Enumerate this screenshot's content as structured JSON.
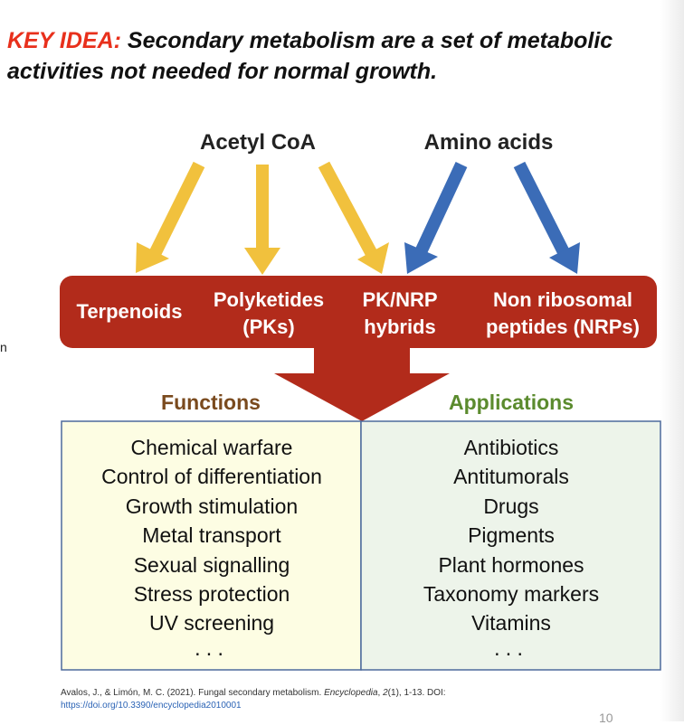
{
  "heading": {
    "key_label": "KEY IDEA:",
    "text": "Secondary metabolism are a set of metabolic activities not needed for normal growth."
  },
  "sources": [
    {
      "label": "Acetyl CoA",
      "arrow_color": "#f1c13d"
    },
    {
      "label": "Amino acids",
      "arrow_color": "#3b6cb7"
    }
  ],
  "classes": [
    {
      "lines": [
        "Terpenoids"
      ]
    },
    {
      "lines": [
        "Polyketides",
        "(PKs)"
      ]
    },
    {
      "lines": [
        "PK/NRP",
        "hybrids"
      ]
    },
    {
      "lines": [
        "Non ribosomal",
        "peptides (NRPs)"
      ]
    }
  ],
  "functions": {
    "title": "Functions",
    "title_color": "#7a4a1e",
    "box_color": "#fdfde3",
    "items": [
      "Chemical warfare",
      "Control of differentiation",
      "Growth stimulation",
      "Metal transport",
      "Sexual signalling",
      "Stress protection",
      "UV screening"
    ],
    "ellipsis": "..."
  },
  "applications": {
    "title": "Applications",
    "title_color": "#5b8b2e",
    "box_color": "#edf4ea",
    "items": [
      "Antibiotics",
      "Antitumorals",
      "Drugs",
      "Pigments",
      "Plant hormones",
      "Taxonomy markers",
      "Vitamins"
    ],
    "ellipsis": "..."
  },
  "banner_color": "#b22b1b",
  "citation": {
    "authors": "Avalos, J., & Limón, M. C. (2021). Fungal secondary metabolism.",
    "journal": "Encyclopedia",
    "volume": "2",
    "rest": "(1), 1-13. DOI:",
    "doi_url": "https://doi.org/10.3390/encyclopedia2010001"
  },
  "edge_char": "n",
  "page_number": "10"
}
